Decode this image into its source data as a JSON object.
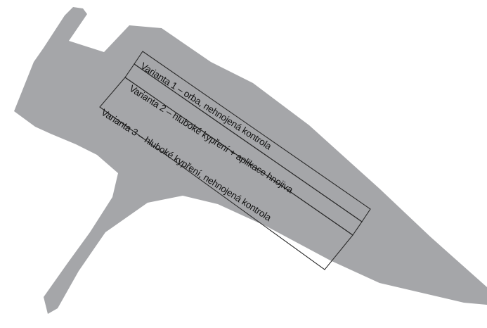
{
  "field": {
    "fill_color": "#a5a6a9",
    "plots": [
      {
        "label": "Varianta 1 – orba, nehnojená kontrola"
      },
      {
        "label": "Varianta 2 – hluboké kypření + aplikace hnojiva"
      },
      {
        "label": "Varianta 3 – hluboké kypření, nehnojená kontrola"
      }
    ]
  }
}
